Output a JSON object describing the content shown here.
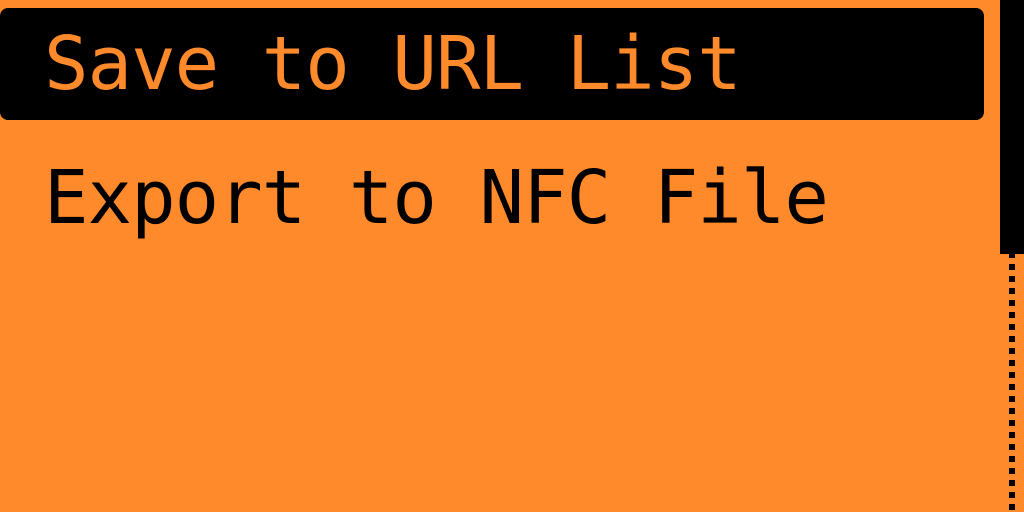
{
  "menu": {
    "items": [
      {
        "label": "Save to URL List",
        "selected": true
      },
      {
        "label": "Export to NFC File",
        "selected": false
      }
    ]
  },
  "scroll": {
    "position_fraction": 0.0,
    "visible_fraction": 0.5
  },
  "colors": {
    "background": "#FF8A2B",
    "foreground": "#000000"
  }
}
